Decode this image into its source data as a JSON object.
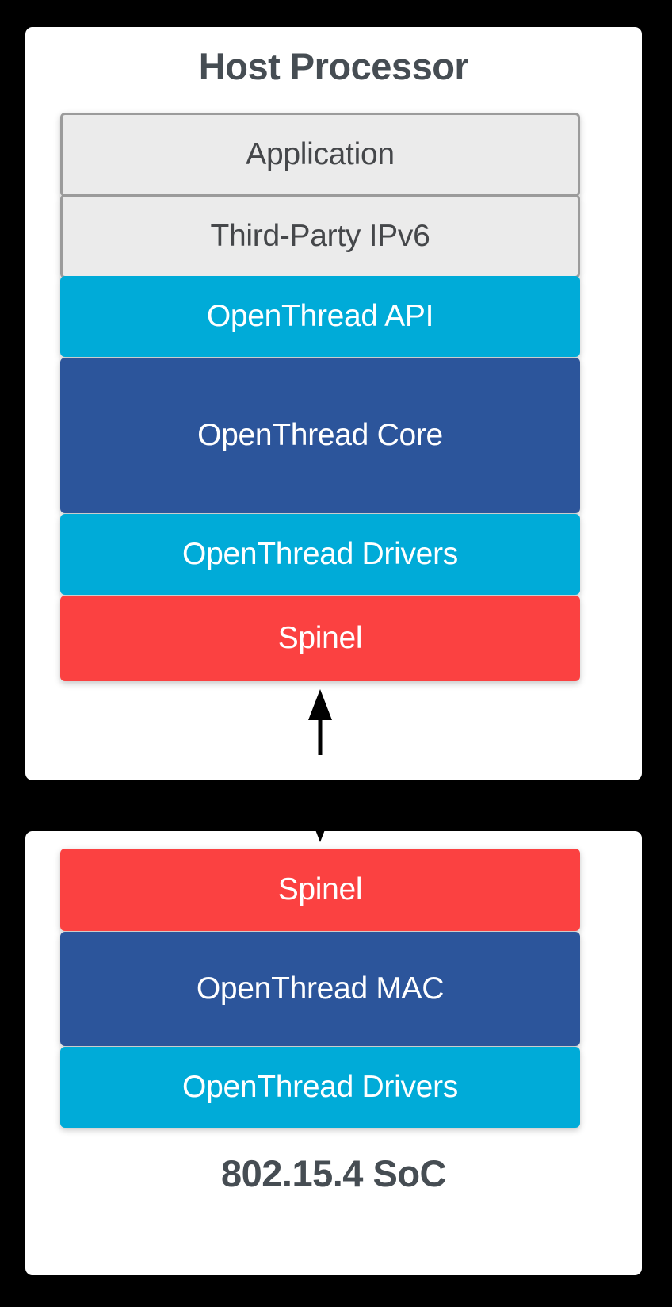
{
  "diagram": {
    "title_host": "Host Processor",
    "title_soc": "802.15.4 SoC",
    "background_color": "#000000",
    "panel_color": "#ffffff",
    "colors": {
      "cyan": "#00abd8",
      "blue": "#2c559b",
      "red": "#fb4141",
      "gray_fill": "#ebebeb",
      "gray_border": "#9b9b9b",
      "heading_text": "#464d53"
    }
  },
  "host_panel": {
    "title": "Host Processor",
    "layers": [
      {
        "label": "Application",
        "variant": "plain"
      },
      {
        "label": "Third-Party IPv6",
        "variant": "plain"
      },
      {
        "label": "OpenThread API",
        "variant": "cyan"
      },
      {
        "label": "OpenThread Core",
        "variant": "blue"
      },
      {
        "label": "OpenThread Drivers",
        "variant": "cyan"
      },
      {
        "label": "Spinel",
        "variant": "red"
      }
    ]
  },
  "soc_panel": {
    "title": "802.15.4 SoC",
    "layers": [
      {
        "label": "Spinel",
        "variant": "red"
      },
      {
        "label": "OpenThread MAC",
        "variant": "blue"
      },
      {
        "label": "OpenThread Drivers",
        "variant": "cyan"
      }
    ]
  },
  "connector": {
    "name": "spinel-bidirectional-link",
    "direction": "bidirectional",
    "color": "#000000"
  }
}
